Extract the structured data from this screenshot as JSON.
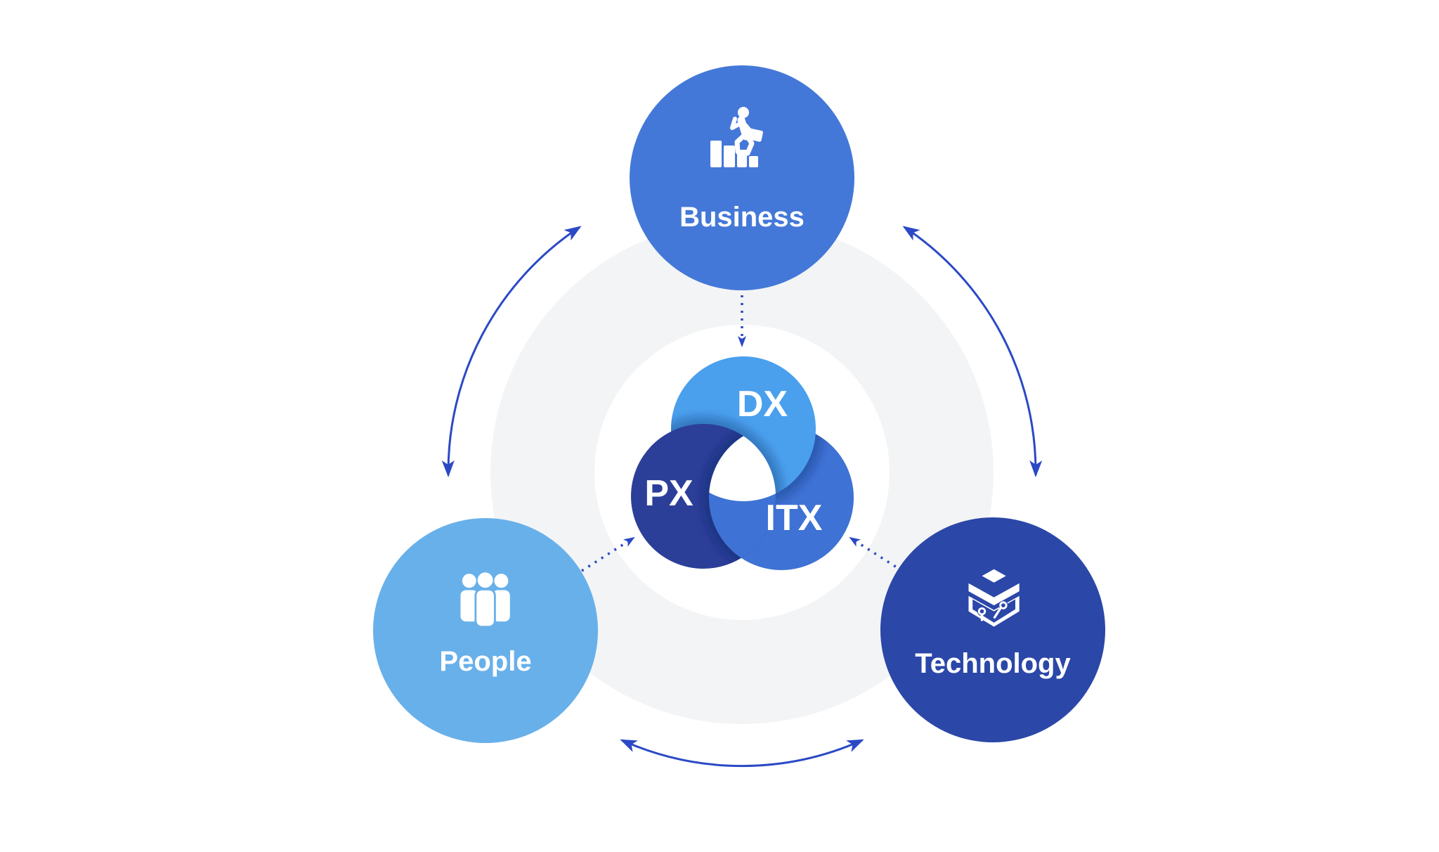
{
  "diagram": {
    "background_color": "#FFFFFF",
    "ring_color": "#F3F4F5",
    "arrow_color": "#2B49C5",
    "label_color": "#FFFFFF",
    "nodes": {
      "business": {
        "label": "Business",
        "color": "#4478D8",
        "icon": "bar-chart-climber-icon"
      },
      "people": {
        "label": "People",
        "color": "#68B0EA",
        "icon": "people-group-icon"
      },
      "technology": {
        "label": "Technology",
        "color": "#2B47A8",
        "icon": "tech-cube-icon"
      }
    },
    "core": {
      "dx": {
        "label": "DX",
        "color": "#4AA0ED"
      },
      "px": {
        "label": "PX",
        "color": "#2B3F99"
      },
      "itx": {
        "label": "ITX",
        "color": "#3E72D4"
      }
    },
    "connections": {
      "outer_bidirectional": [
        "Business ↔ People",
        "Business ↔ Technology",
        "People ↔ Technology"
      ],
      "dotted_to_core": [
        "Business → core",
        "People → core",
        "Technology → core"
      ]
    }
  }
}
